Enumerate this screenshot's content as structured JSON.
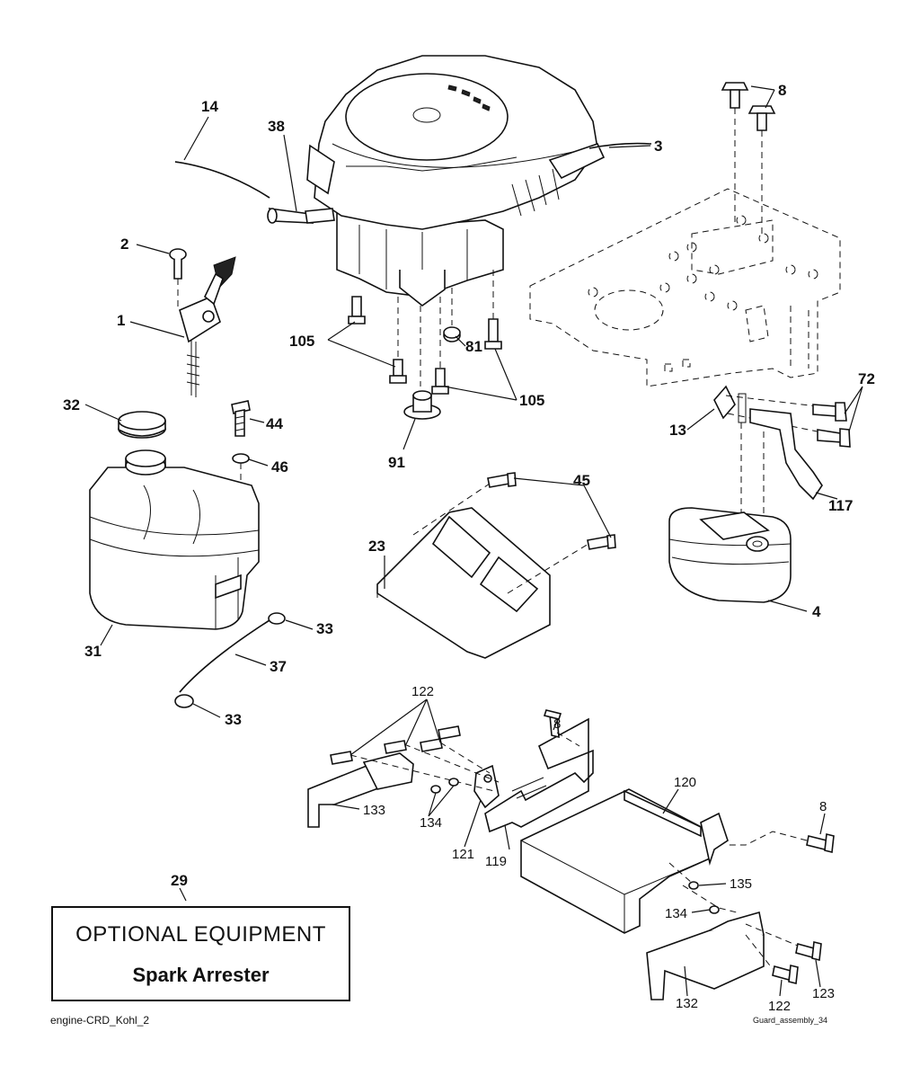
{
  "labels": {
    "p14": "14",
    "p38": "38",
    "p3": "3",
    "p8_top": "8",
    "p2": "2",
    "p1": "1",
    "p105_left": "105",
    "p81": "81",
    "p105_right": "105",
    "p72": "72",
    "p13": "13",
    "p32": "32",
    "p44": "44",
    "p46": "46",
    "p91": "91",
    "p45": "45",
    "p117": "117",
    "p23": "23",
    "p4": "4",
    "p31": "31",
    "p33_top": "33",
    "p37": "37",
    "p33_bottom": "33",
    "p122_top": "122",
    "p8_mid": "8",
    "p120": "120",
    "p8_right": "8",
    "p133": "133",
    "p134_left": "134",
    "p121": "121",
    "p119": "119",
    "p135": "135",
    "p134_right": "134",
    "p29": "29",
    "p132": "132",
    "p122_bottom": "122",
    "p123": "123"
  },
  "optional_box": {
    "line1": "OPTIONAL EQUIPMENT",
    "line2": "Spark Arrester"
  },
  "footer": {
    "left": "engine-CRD_Kohl_2",
    "right": "Guard_assembly_34"
  }
}
